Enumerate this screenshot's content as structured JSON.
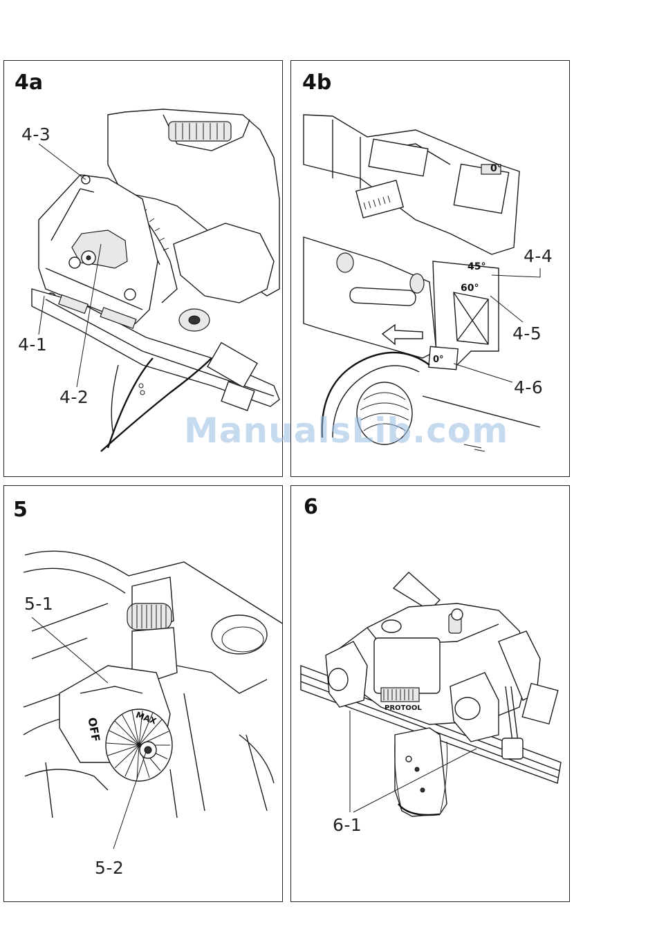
{
  "figures": {
    "fig4a": {
      "number": "4a",
      "callouts": {
        "c43": "4-3",
        "c41": "4-1",
        "c42": "4-2"
      }
    },
    "fig4b": {
      "number": "4b",
      "callouts": {
        "c44": "4-4",
        "c45": "4-5",
        "c46": "4-6"
      },
      "scale_marks": {
        "m0": "0°",
        "m45": "45°",
        "m60": "60°"
      }
    },
    "fig5": {
      "number": "5",
      "callouts": {
        "c51": "5-1",
        "c52": "5-2"
      },
      "knob_marks": {
        "off": "OFF",
        "max": "MAX"
      }
    },
    "fig6": {
      "number": "6",
      "callouts": {
        "c61": "6-1"
      },
      "brand": "PROTOOL"
    }
  },
  "watermark": "ManualsLib.com"
}
